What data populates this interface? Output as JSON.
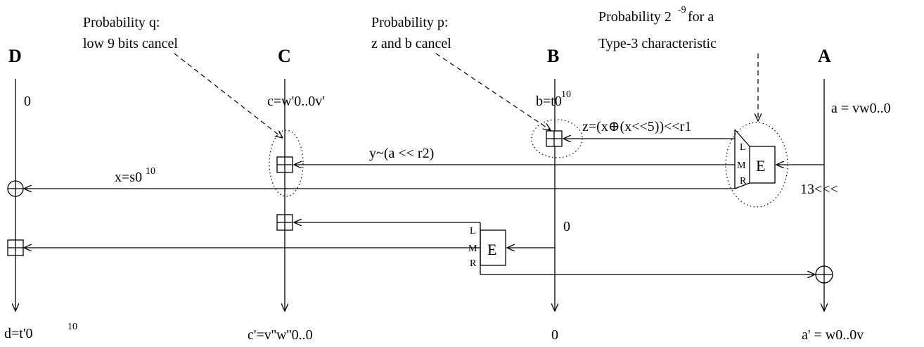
{
  "annotations": {
    "q_line1": "Probability q:",
    "q_line2": "low 9 bits cancel",
    "p_line1": "Probability p:",
    "p_line2": "z and b cancel",
    "t3_line1_pre": "Probability 2",
    "t3_line1_exp": "-9",
    "t3_line1_post": " for a",
    "t3_line2": "Type-3 characteristic"
  },
  "columns": {
    "D": {
      "header": "D",
      "top": "0",
      "bottom_base": "d=t'0 ",
      "bottom_exp": "10"
    },
    "C": {
      "header": "C",
      "top": "c=w'0..0v'",
      "bottom": "c'=v''w''0..0"
    },
    "B": {
      "header": "B",
      "top_base": "b=t0",
      "top_exp": "10",
      "mid": "0",
      "bottom": "0"
    },
    "A": {
      "header": "A",
      "top": "a = vw0..0",
      "rot": "13<<<",
      "bottom": "a' = w0..0v"
    }
  },
  "labels": {
    "z": "z=(x⊕(x<<5))<<r1",
    "y": "y~(a << r2)",
    "x_base": "x=s0",
    "x_exp": "10"
  },
  "boxes": {
    "e1": {
      "label": "E",
      "ports": [
        "L",
        "M",
        "R"
      ]
    },
    "e2": {
      "label": "E",
      "ports": [
        "L",
        "M",
        "R"
      ]
    }
  }
}
